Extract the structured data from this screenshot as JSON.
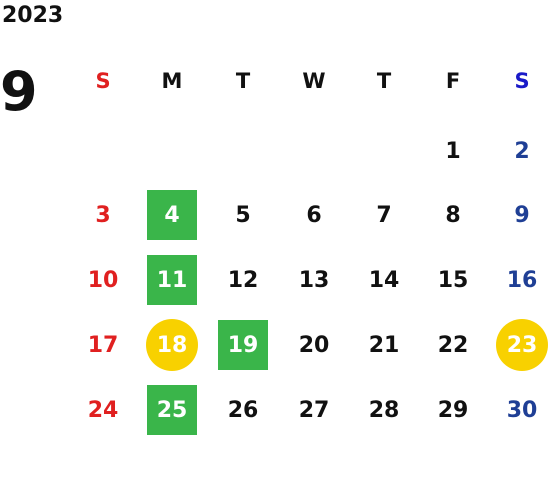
{
  "calendar": {
    "year": "2023",
    "month": "9",
    "weekdays": [
      "S",
      "M",
      "T",
      "W",
      "T",
      "F",
      "S"
    ],
    "weekday_colors": [
      "#e02020",
      "#111111",
      "#111111",
      "#111111",
      "#111111",
      "#111111",
      "#1a1ac8"
    ],
    "colors": {
      "sunday": "#e02020",
      "saturday": "#1f3f95",
      "weekday": "#111111",
      "green_highlight": "#3ab54a",
      "yellow_highlight": "#f8d100"
    },
    "weeks": [
      [
        null,
        null,
        null,
        null,
        null,
        {
          "day": "1"
        },
        {
          "day": "2"
        }
      ],
      [
        {
          "day": "3"
        },
        {
          "day": "4",
          "highlight": "green"
        },
        {
          "day": "5"
        },
        {
          "day": "6"
        },
        {
          "day": "7"
        },
        {
          "day": "8"
        },
        {
          "day": "9"
        }
      ],
      [
        {
          "day": "10"
        },
        {
          "day": "11",
          "highlight": "green"
        },
        {
          "day": "12"
        },
        {
          "day": "13"
        },
        {
          "day": "14"
        },
        {
          "day": "15"
        },
        {
          "day": "16"
        }
      ],
      [
        {
          "day": "17"
        },
        {
          "day": "18",
          "highlight": "yellow"
        },
        {
          "day": "19",
          "highlight": "green"
        },
        {
          "day": "20"
        },
        {
          "day": "21"
        },
        {
          "day": "22"
        },
        {
          "day": "23",
          "highlight": "yellow"
        }
      ],
      [
        {
          "day": "24"
        },
        {
          "day": "25",
          "highlight": "green"
        },
        {
          "day": "26"
        },
        {
          "day": "27"
        },
        {
          "day": "28"
        },
        {
          "day": "29"
        },
        {
          "day": "30"
        }
      ]
    ]
  }
}
